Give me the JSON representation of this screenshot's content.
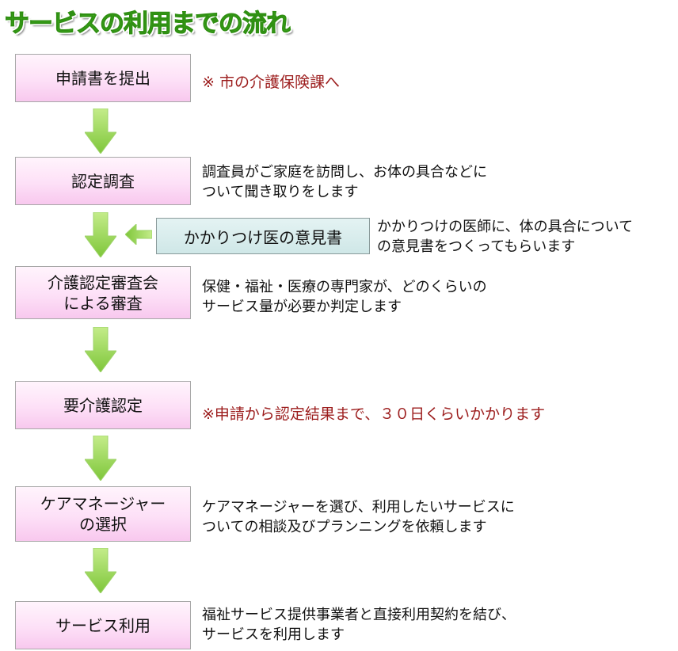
{
  "title": "サービスの利用までの流れ",
  "steps": [
    {
      "label": "申請書を提出"
    },
    {
      "label": "認定調査"
    },
    {
      "label": "介護認定審査会\nによる審査"
    },
    {
      "label": "要介護認定"
    },
    {
      "label": "ケアマネージャー\nの選択"
    },
    {
      "label": "サービス利用"
    }
  ],
  "notes": {
    "application": "※ 市の介護保険課へ",
    "duration": "※申請から認定結果まで、３０日くらいかかります"
  },
  "descriptions": {
    "survey": "調査員がご家庭を訪問し、お体の具合などに\nついて聞き取りをします",
    "review": "保健・福祉・医療の専門家が、どのくらいの\nサービス量が必要か判定します",
    "care_manager": "ケアマネージャーを選び、利用したいサービスに\nついての相談及びプランニングを依頼します",
    "service": "福祉サービス提供事業者と直接利用契約を結び、\nサービスを利用します"
  },
  "opinion": {
    "label": "かかりつけ医の意見書",
    "description": "かかりつけの医師に、体の具合について\nの意見書をつくってもらいます"
  },
  "colors": {
    "title": "#3fae1f",
    "arrow": "#8fd14a",
    "note": "#9c1d1d",
    "step_fill": "#fde0f7",
    "opinion_fill": "#d8eded"
  }
}
